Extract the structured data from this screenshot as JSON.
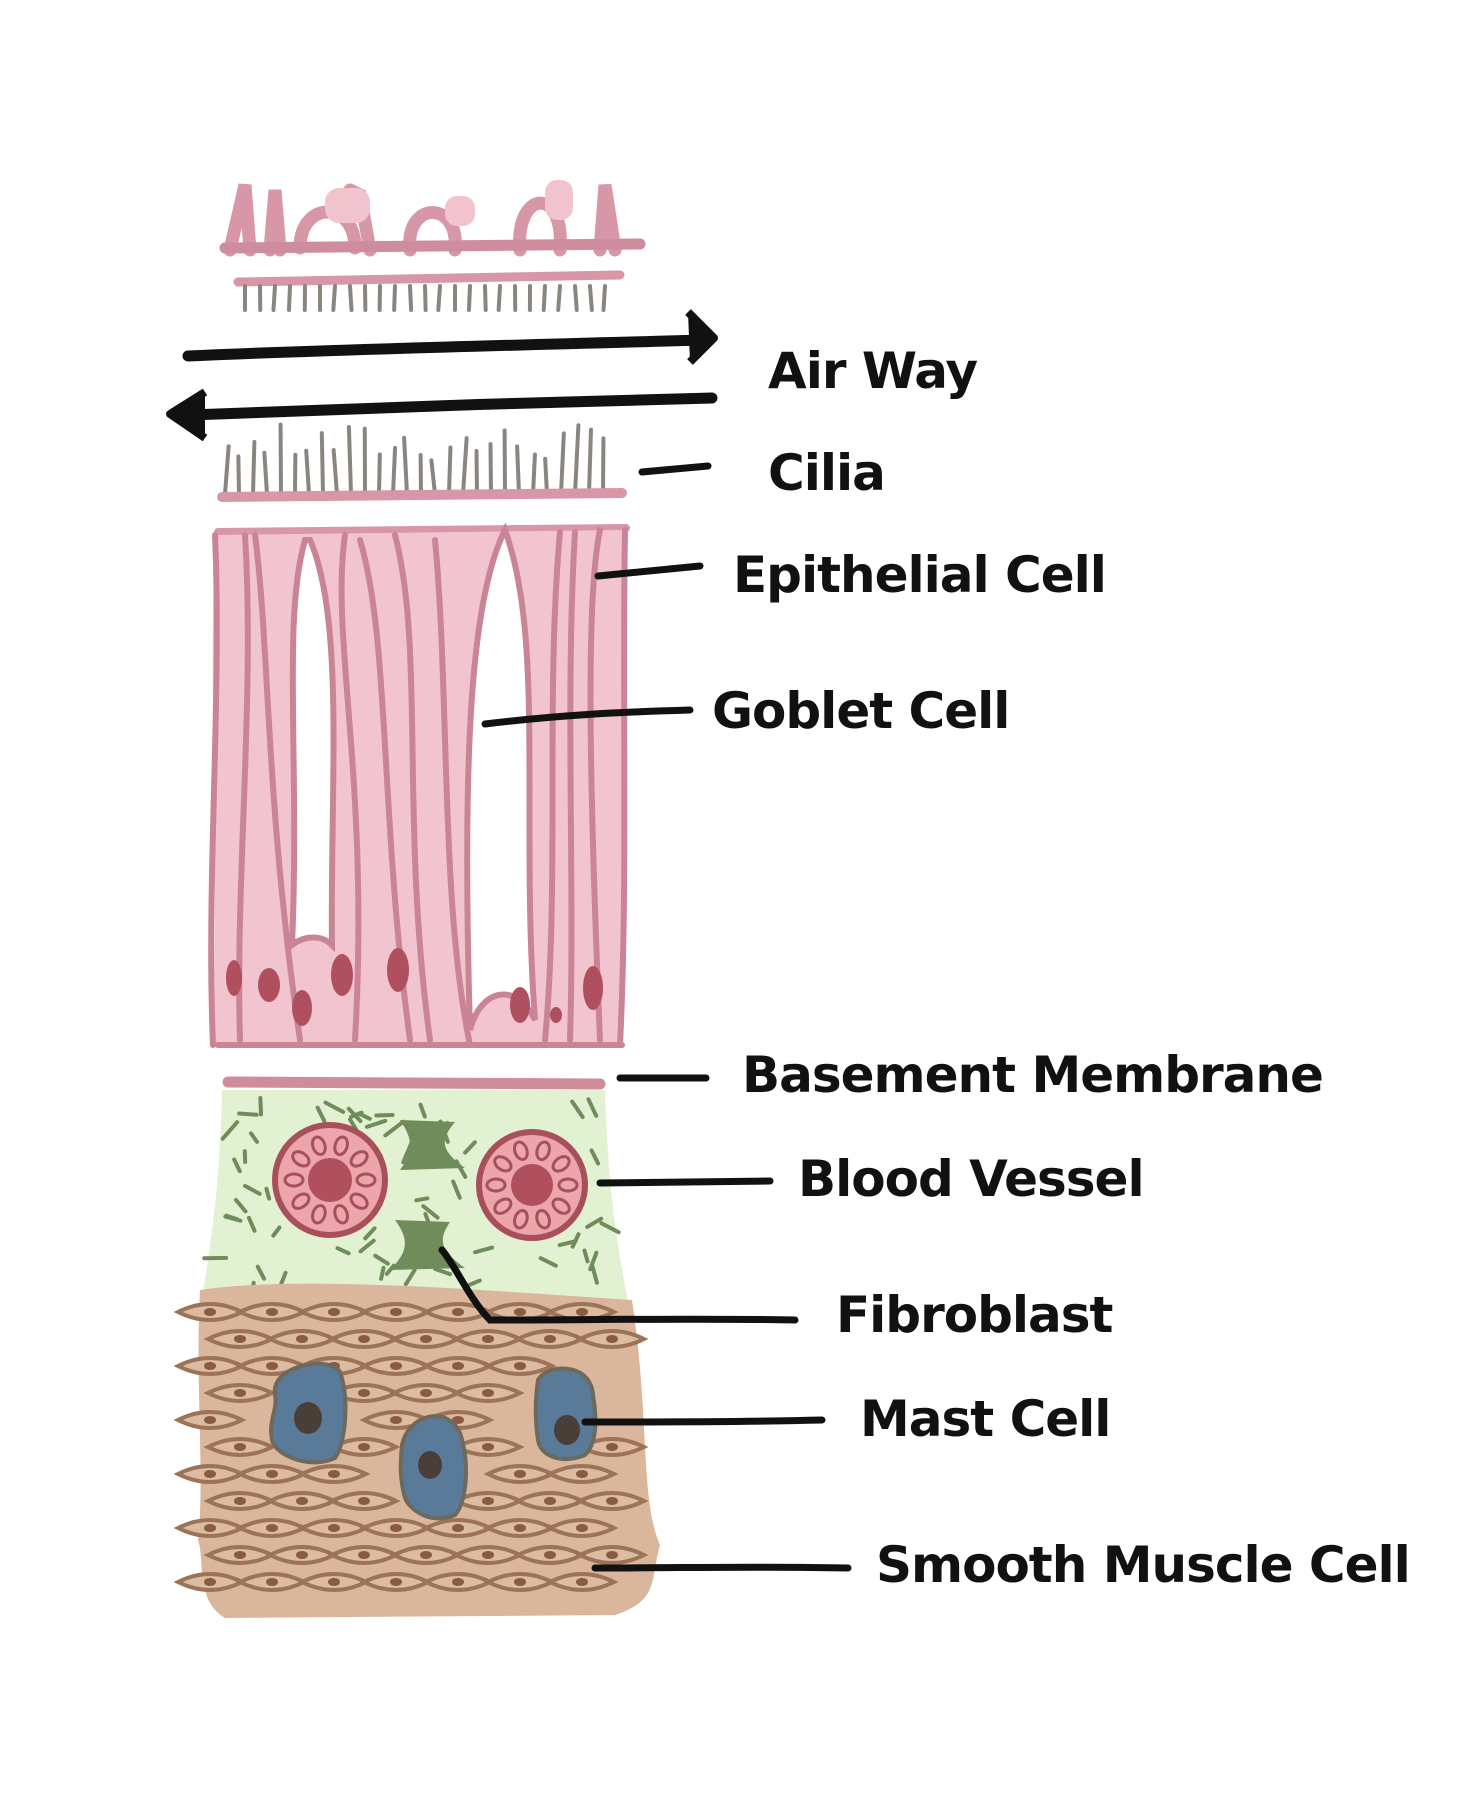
{
  "labels": {
    "airway": "Air Way",
    "cilia": "Cilia",
    "epithelial_cell": "Epithelial Cell",
    "goblet_cell": "Goblet Cell",
    "basement_membrane": "Basement Membrane",
    "blood_vessel": "Blood Vessel",
    "fibroblast": "Fibroblast",
    "mast_cell": "Mast Cell",
    "smooth_muscle_cell": "Smooth Muscle Cell"
  },
  "colors": {
    "epithelium_fill": "#f2c4cf",
    "epithelium_outline": "#c98596",
    "mucus_pink": "#d797a7",
    "cilia_gray": "#8b8580",
    "nucleus_red": "#b0505e",
    "connective_green": "#e3f1d3",
    "fiber_green": "#6f8c5a",
    "vessel_fill": "#eba5ab",
    "vessel_outline": "#a84f5c",
    "muscle_tan": "#d9b69c",
    "muscle_outline": "#9c7356",
    "mast_blue": "#5a7a99",
    "leader_black": "#111111"
  }
}
